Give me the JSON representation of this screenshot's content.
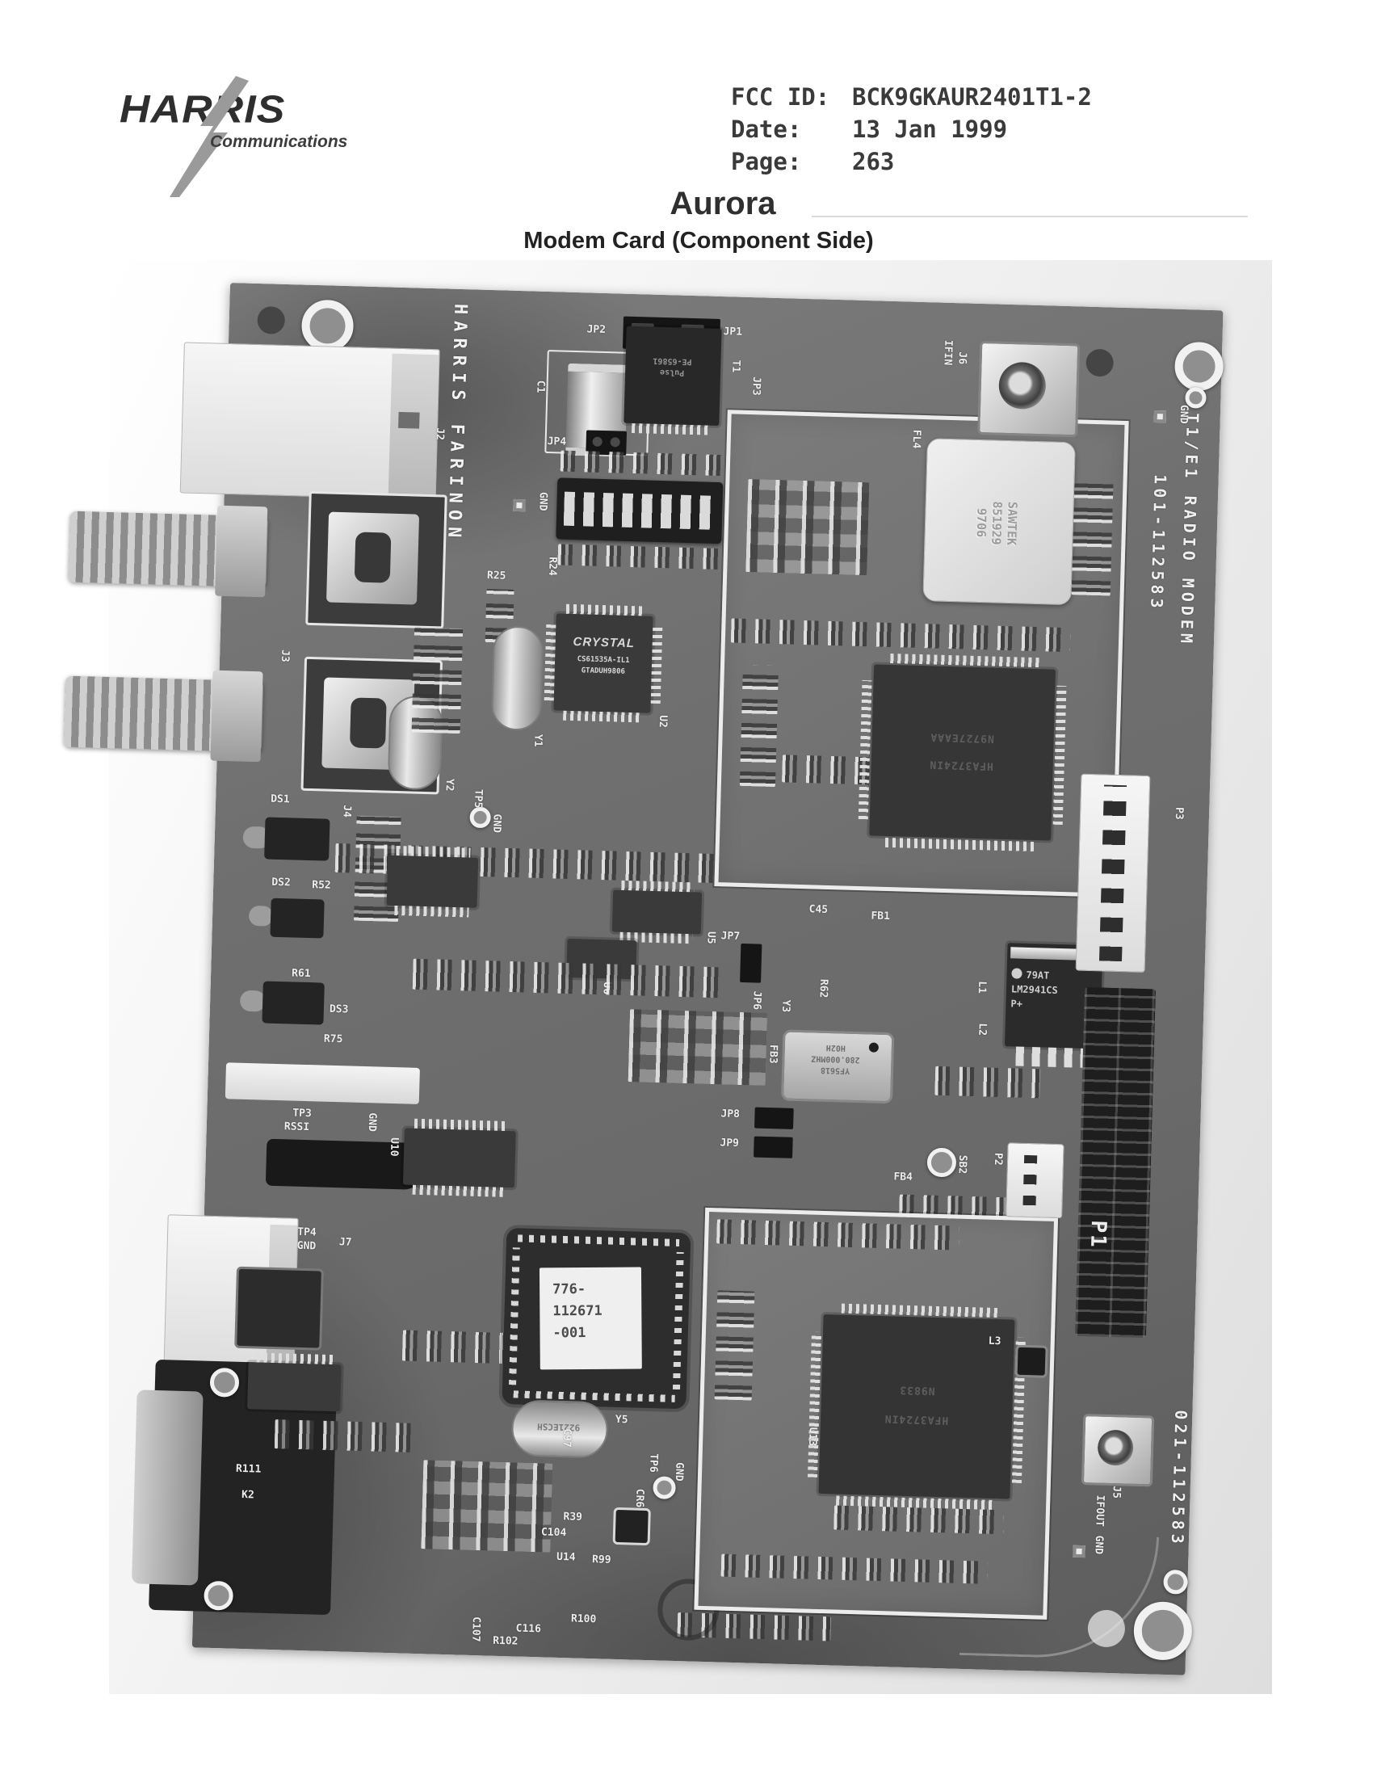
{
  "document": {
    "logo": {
      "brand": "HARRIS",
      "division": "Communications"
    },
    "header": {
      "fcc_label": "FCC ID:",
      "fcc_value": "BCK9GKAUR2401T1-2",
      "date_label": "Date:",
      "date_value": "13 Jan 1999",
      "page_label": "Page:",
      "page_value": "263"
    },
    "title": "Aurora",
    "subtitle": "Modem Card (Component Side)"
  },
  "pcb": {
    "silkscreen": {
      "brand": "HARRIS FARINON",
      "model": "T1/E1 RADIO MODEM",
      "assembly_number": "101-112583",
      "board_number": "021-112583"
    },
    "markings": {
      "line_interface_ic": {
        "brand": "CRYSTAL",
        "part": "CS61535A-IL1",
        "lot": "GTADUH9806"
      },
      "saw_filter": {
        "brand": "SAWTEK",
        "part": "851929",
        "date_code": "9706"
      },
      "modem_ic": {
        "line1": "776-",
        "line2": "112671",
        "line3": "-001"
      },
      "voltage_regulator": {
        "line1": "79AT",
        "line2": "LM2941CS",
        "line3": "P+"
      },
      "rf_ic_top": {
        "part": "HFA3724IN",
        "lot": "N9727EAAA"
      },
      "rf_ic_bottom": {
        "part": "HFA3724IN",
        "lot": "N9833"
      },
      "oscillator_y3": {
        "part": "YF5618",
        "freq": "280.000MHZ",
        "code": "H02H"
      },
      "oscillator_y5": {
        "marking": "9221ECSH"
      },
      "transformer": {
        "brand": "Pulse",
        "part": "PE-65861"
      }
    },
    "refdes": {
      "j2": "J2",
      "j3": "J3",
      "j4": "J4",
      "j5": "J5",
      "j6": "J6",
      "j7": "J7",
      "ifin": "IFIN",
      "ifout": "IFOUT",
      "jp1": "JP1",
      "jp2": "JP2",
      "jp3": "JP3",
      "jp4": "JP4",
      "jp6": "JP6",
      "jp7": "JP7",
      "jp8": "JP8",
      "jp9": "JP9",
      "p1": "P1",
      "p2": "P2",
      "p3": "P3",
      "ds1": "DS1",
      "ds2": "DS2",
      "ds3": "DS3",
      "tp3": "TP3",
      "rssi": "RSSI",
      "tp4": "TP4",
      "tp5": "TP5",
      "tp6": "TP6",
      "gnd": "GND",
      "c1": "C1",
      "c45": "C45",
      "c97": "C97",
      "c104": "C104",
      "c107": "C107",
      "c116": "C116",
      "r24": "R24",
      "r25": "R25",
      "r39": "R39",
      "r52": "R52",
      "r61": "R61",
      "r62": "R62",
      "r75": "R75",
      "r99": "R99",
      "r100": "R100",
      "r102": "R102",
      "r111": "R111",
      "k2": "K2",
      "cr6": "CR6",
      "sb2": "SB2",
      "fb1": "FB1",
      "fb3": "FB3",
      "fb4": "FB4",
      "fl4": "FL4",
      "l1": "L1",
      "l2": "L2",
      "l3": "L3",
      "t1": "T1",
      "u2": "U2",
      "u5": "U5",
      "u6": "U6",
      "u10": "U10",
      "u13": "U13",
      "u14": "U14",
      "y1": "Y1",
      "y2": "Y2",
      "y3": "Y3",
      "y5": "Y5"
    }
  }
}
